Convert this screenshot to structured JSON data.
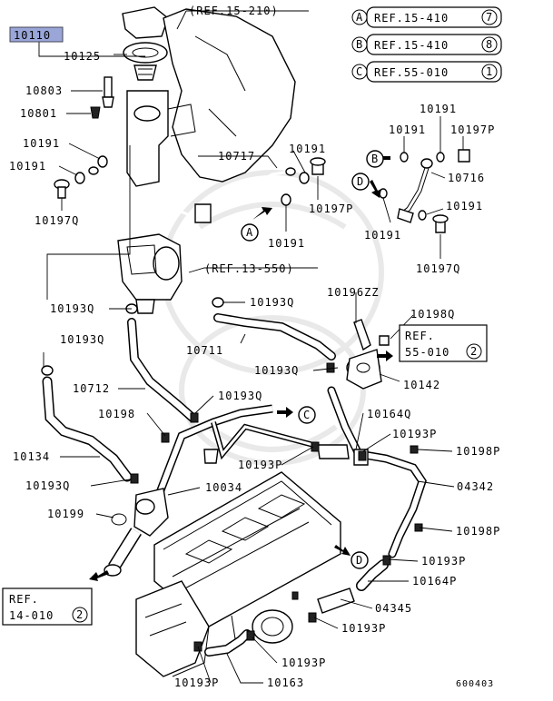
{
  "refs": {
    "top_thermo": "(REF.15-210)",
    "throttle": "(REF.13-550)",
    "box_a": "REF.15-410",
    "box_a_num": "7",
    "box_b": "REF.15-410",
    "box_b_num": "8",
    "box_c": "REF.55-010",
    "box_c_num": "1",
    "heater_line1": "REF.",
    "heater_line2": "55-010",
    "heater_num": "2",
    "engine_line1": "REF.",
    "engine_line2": "14-010",
    "engine_num": "2"
  },
  "markers": {
    "a": "A",
    "b": "B",
    "c": "C",
    "d": "D"
  },
  "parts": {
    "p10110": "10110",
    "p10125": "10125",
    "p10803": "10803",
    "p10801": "10801",
    "p10191_l": "10191",
    "p10191_ll": "10191",
    "p10197q_l": "10197Q",
    "p10717": "10717",
    "p10191_m": "10191",
    "p10197p_m": "10197P",
    "p10191_mb": "10191",
    "p10191_r1": "10191",
    "p10191_r2": "10191",
    "p10197p_r": "10197P",
    "p10716": "10716",
    "p10191_r3": "10191",
    "p10191_r4": "10191",
    "p10197q_r": "10197Q",
    "p10193q_1": "10193Q",
    "p10193q_2": "10193Q",
    "p10193q_3": "10193Q",
    "p10711": "10711",
    "p10193q_4": "10193Q",
    "p10196zz": "10196ZZ",
    "p10198q": "10198Q",
    "p10142": "10142",
    "p10712": "10712",
    "p10193q_5": "10193Q",
    "p10198": "10198",
    "p10164q": "10164Q",
    "p10193p_1": "10193P",
    "p10198p_1": "10198P",
    "p10134": "10134",
    "p10193p_2": "10193P",
    "p10193q_6": "10193Q",
    "p10034": "10034",
    "p04342": "04342",
    "p10199": "10199",
    "p10198p_2": "10198P",
    "p10193p_3": "10193P",
    "p10164p": "10164P",
    "p04345": "04345",
    "p10193p_4": "10193P",
    "p10193p_5": "10193P",
    "p10193p_6": "10193P",
    "p10163": "10163"
  },
  "figure_id": "600403"
}
